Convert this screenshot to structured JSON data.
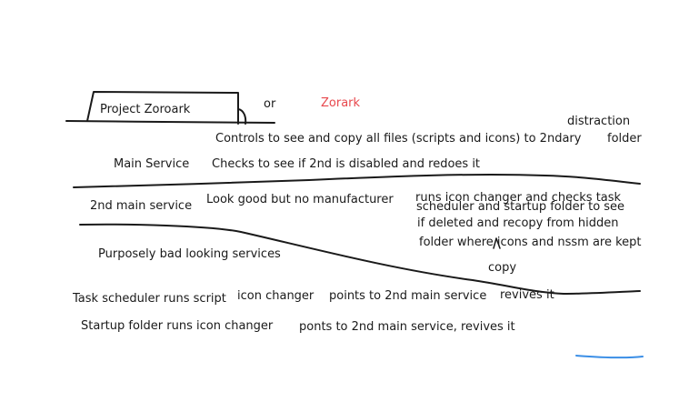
{
  "colors": {
    "ink": "#1a1a1a",
    "accent": "#e8484d",
    "blue": "#3a8ee6"
  },
  "header": {
    "title": "Project Zoroark",
    "or": "or",
    "alt_name": "Zorark",
    "distraction": "distraction"
  },
  "notes": {
    "controls": "Controls to see and copy all files (scripts and icons) to 2ndary",
    "folder": "folder",
    "main_service": "Main Service",
    "checks_2nd": "Checks to see if 2nd is disabled and redoes it",
    "second_main": "2nd main service",
    "look_good": "Look good but no manufacturer",
    "runs_icon": "runs icon changer and checks task",
    "scheduler_startup": "scheduler and startup folder to see",
    "if_deleted": "if deleted and recopy from hidden",
    "folder_where": "folder where icons and nssm are kept",
    "copy": "copy",
    "purposely_bad": "Purposely bad looking services",
    "task_scheduler": "Task scheduler runs script",
    "icon_changer": "icon changer",
    "points_to": "points to 2nd main service",
    "revives_it": "revives it",
    "startup_folder": "Startup folder runs icon changer",
    "ponts_to": "ponts to 2nd main service, revives it"
  }
}
